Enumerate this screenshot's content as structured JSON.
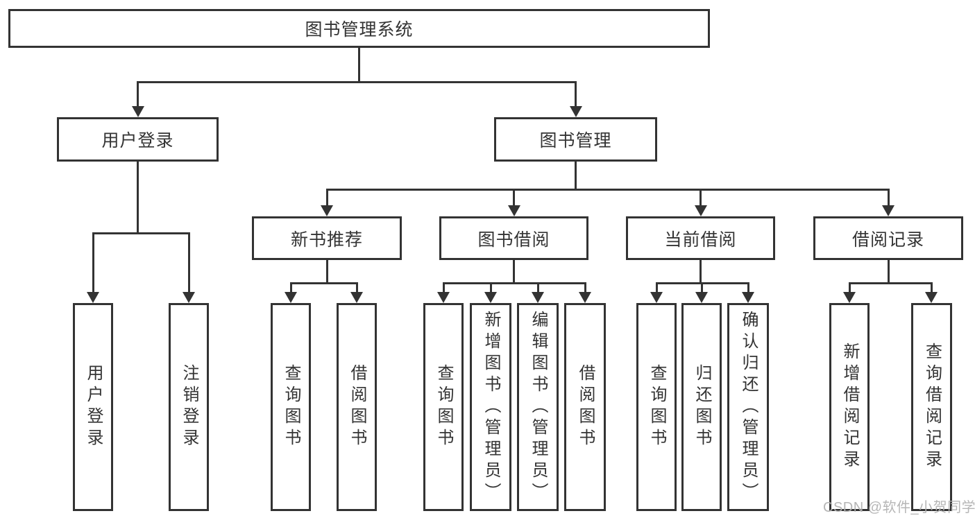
{
  "tree": {
    "root": {
      "label": "图书管理系统"
    },
    "branches": [
      {
        "label": "用户登录",
        "children": [
          {
            "label": "用户登录"
          },
          {
            "label": "注销登录"
          }
        ]
      },
      {
        "label": "图书管理",
        "children": [
          {
            "label": "新书推荐",
            "children": [
              {
                "label": "查询图书"
              },
              {
                "label": "借阅图书"
              }
            ]
          },
          {
            "label": "图书借阅",
            "children": [
              {
                "label": "查询图书"
              },
              {
                "label": "新增图书（管理员）"
              },
              {
                "label": "编辑图书（管理员）"
              },
              {
                "label": "借阅图书"
              }
            ]
          },
          {
            "label": "当前借阅",
            "children": [
              {
                "label": "查询图书"
              },
              {
                "label": "归还图书"
              },
              {
                "label": "确认归还（管理员）"
              }
            ]
          },
          {
            "label": "借阅记录",
            "children": [
              {
                "label": "新增借阅记录"
              },
              {
                "label": "查询借阅记录"
              }
            ]
          }
        ]
      }
    ]
  },
  "watermark": "CSDN @软件_小贺同学",
  "colors": {
    "line": "#333333",
    "text": "#333333",
    "watermark": "#b3b3b3",
    "background": "#ffffff"
  }
}
